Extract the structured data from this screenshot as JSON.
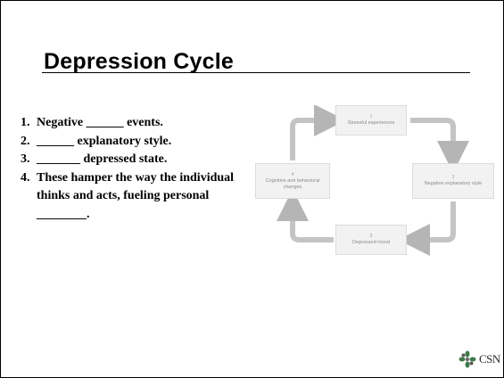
{
  "title": "Depression Cycle",
  "items": [
    {
      "num": "1.",
      "text": "Negative ______ events."
    },
    {
      "num": "2.",
      "text": "______ explanatory style."
    },
    {
      "num": "3.",
      "text": "_______ depressed state."
    },
    {
      "num": "4.",
      "text": "These hamper the way the individual thinks and acts, fueling personal ________."
    }
  ],
  "diagram": {
    "boxes": [
      {
        "num": "1",
        "label": "Stressful experiences"
      },
      {
        "num": "2",
        "label": "Negative explanatory style"
      },
      {
        "num": "3",
        "label": "Depressed mood"
      },
      {
        "num": "4",
        "label": "Cognitive and behavioral changes"
      }
    ],
    "colors": {
      "arrow": "#b5b5b5",
      "box": "#f2f2f2"
    }
  },
  "logo": {
    "text": "CSN",
    "icon": "csn-flower-logo"
  }
}
